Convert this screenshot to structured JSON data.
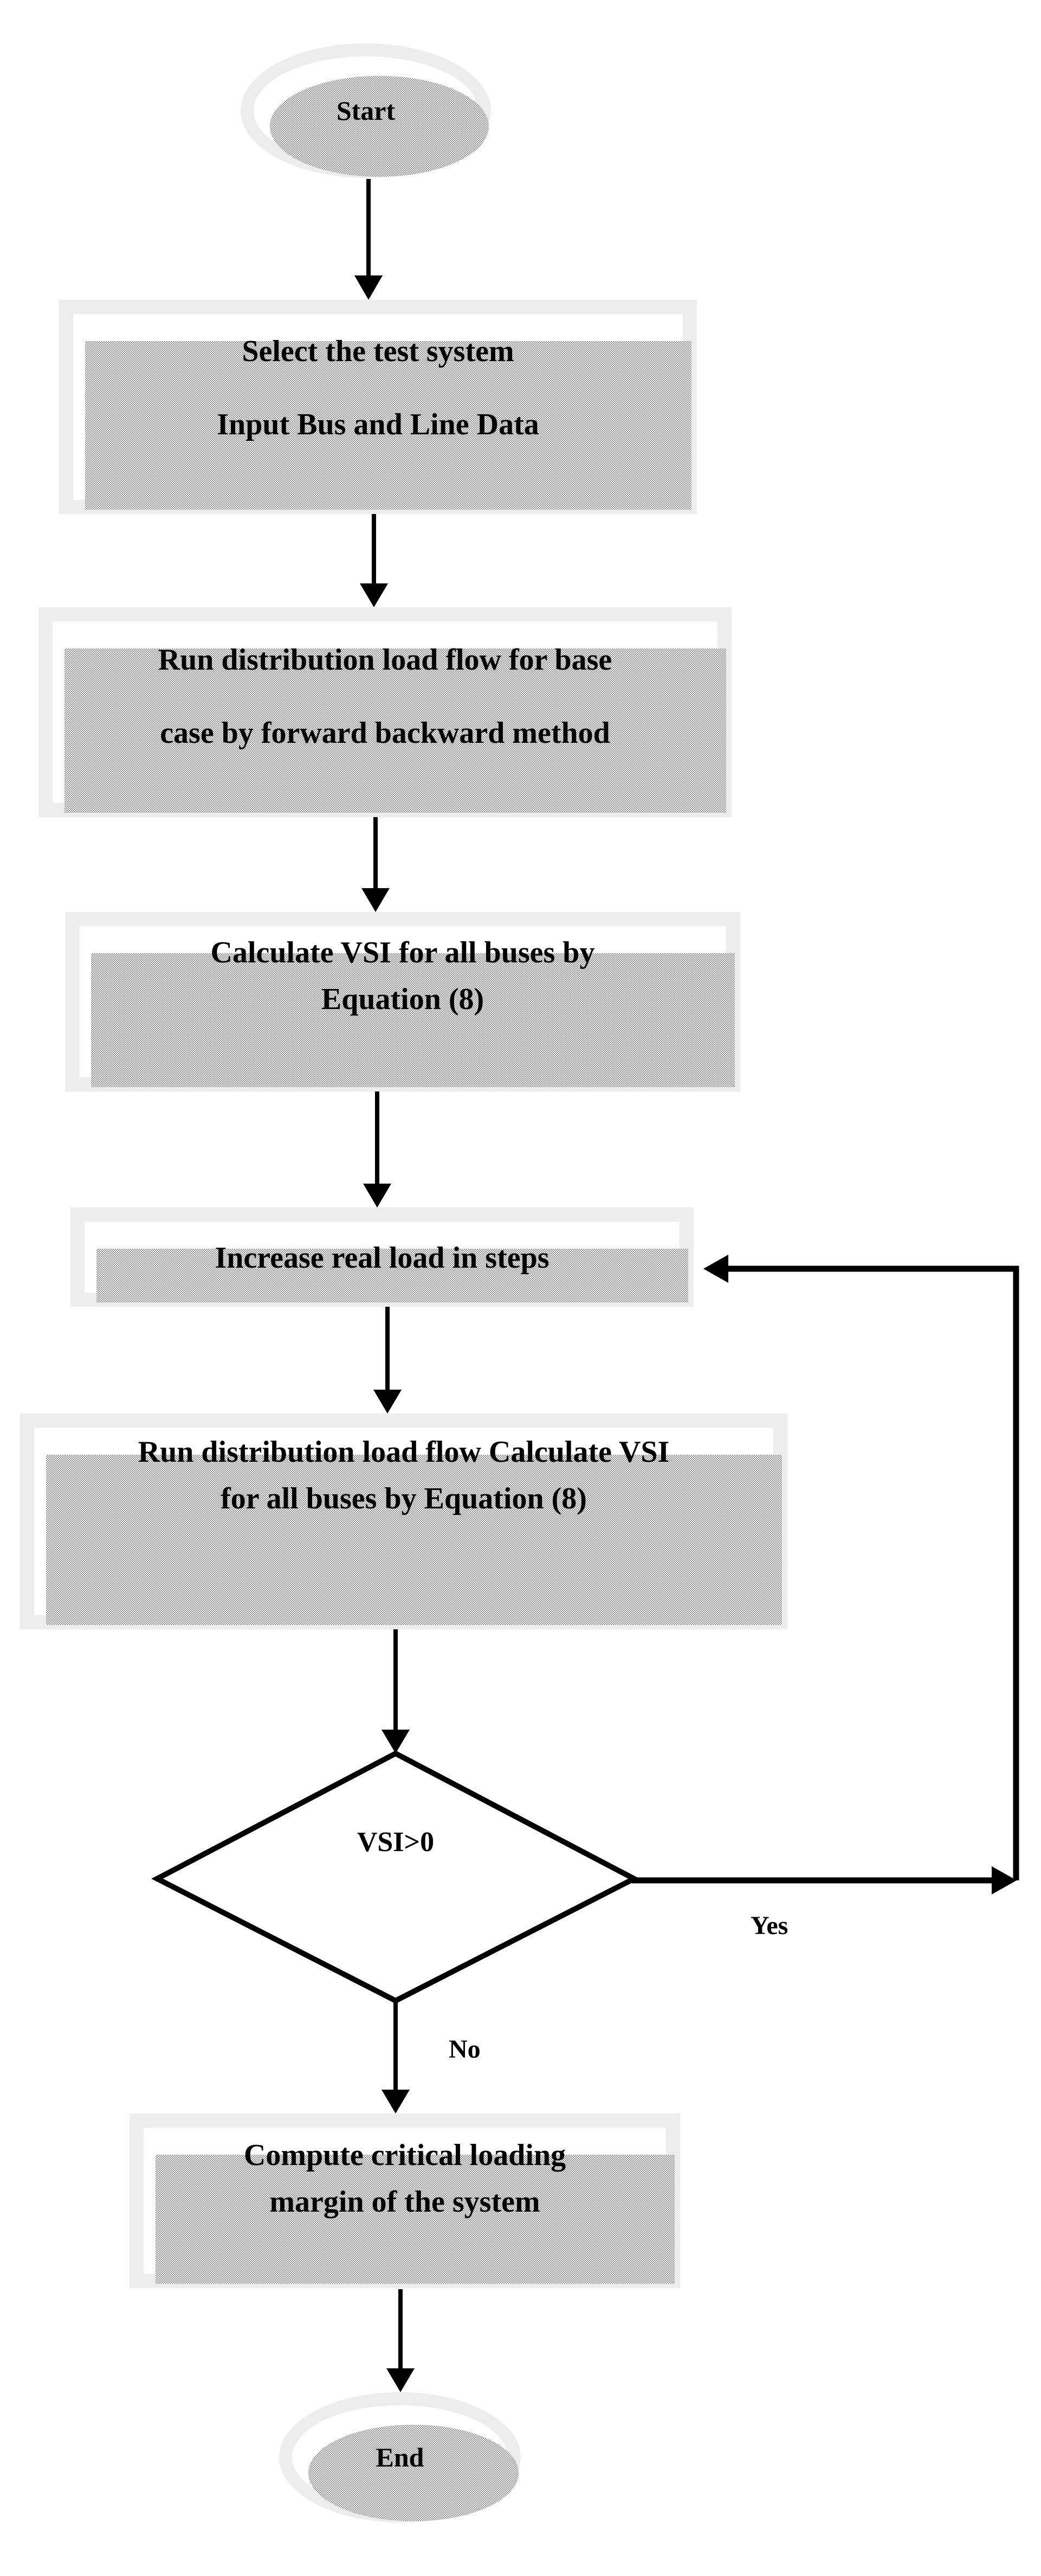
{
  "figure": {
    "kind": "flowchart",
    "background": "#ffffff",
    "frame_color": "#ededed",
    "line_color": "#000000",
    "shadow_color": "#8c8c8c"
  },
  "nodes": {
    "start": {
      "label": "Start"
    },
    "select": {
      "lines": [
        "Select the test system",
        "Input Bus and Line Data"
      ]
    },
    "runbase": {
      "lines": [
        "Run distribution load flow for base",
        "case by forward backward method"
      ]
    },
    "calcvsi": {
      "lines": [
        "Calculate VSI for all buses by",
        "Equation (8)"
      ]
    },
    "increase": {
      "lines": [
        "Increase real load in steps"
      ]
    },
    "runflow": {
      "lines": [
        "Run distribution load flow Calculate VSI",
        "for all buses by Equation (8)"
      ]
    },
    "decision": {
      "label": "VSI>0"
    },
    "compute": {
      "lines": [
        "Compute critical loading",
        "margin of the system"
      ]
    },
    "end": {
      "label": "End"
    }
  },
  "edges": {
    "yes_label": "Yes",
    "no_label": "No"
  }
}
